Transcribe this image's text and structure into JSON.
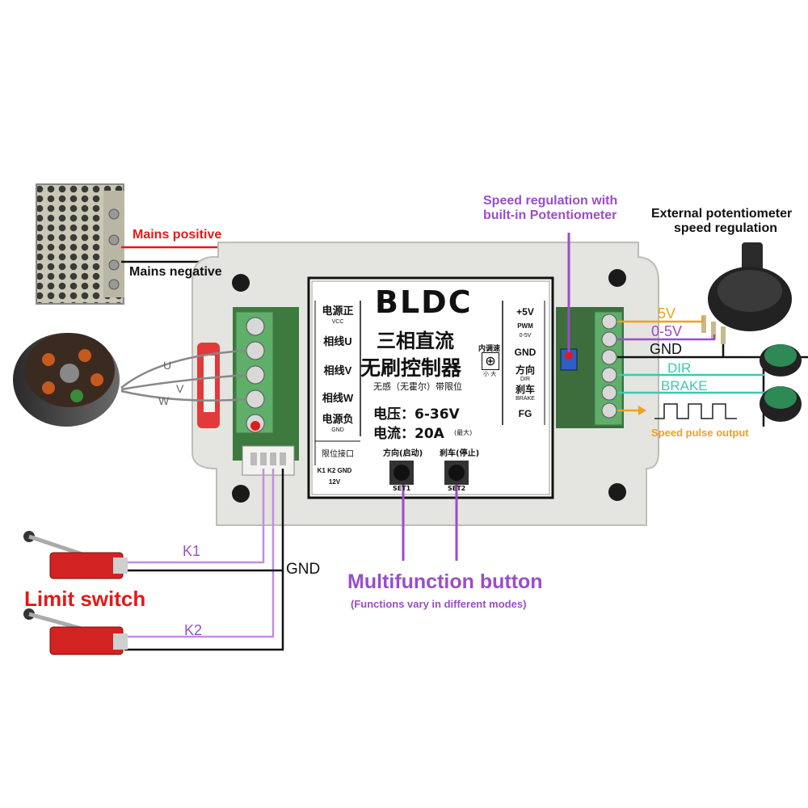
{
  "labels": {
    "mains_positive": "Mains positive",
    "mains_negative": "Mains negative",
    "motor_u": "U",
    "motor_v": "V",
    "motor_w": "W",
    "speed_builtin_line1": "Speed regulation with",
    "speed_builtin_line2": "built-in Potentiometer",
    "ext_pot_line1": "External potentiometer",
    "ext_pot_line2": "speed regulation",
    "pin_5v": "5V",
    "pin_0_5v": "0-5V",
    "pin_gnd": "GND",
    "pin_dir": "DIR",
    "pin_brake": "BRAKE",
    "speed_pulse": "Speed pulse output",
    "k1": "K1",
    "k2": "K2",
    "gnd_bottom": "GND",
    "limit_switch": "Limit switch",
    "multifunction": "Multifunction button",
    "multifunction_note": "(Functions vary in different modes)"
  },
  "board": {
    "title": "BLDC",
    "subtitle1": "三相直流",
    "subtitle2": "无刷控制器",
    "subtitle3": "无感（无霍尔）带限位",
    "voltage": "电压：6-36V",
    "current": "电流：20A",
    "current_note": "(最大)",
    "internal_speed": "内调速",
    "small_large": "小  大",
    "left_terminals": [
      {
        "main": "电源正",
        "sub": "VCC"
      },
      {
        "main": "相线U",
        "sub": ""
      },
      {
        "main": "相线V",
        "sub": ""
      },
      {
        "main": "相线W",
        "sub": ""
      },
      {
        "main": "电源负",
        "sub": "GND"
      }
    ],
    "limit_port": "限位接口",
    "limit_pins": "K1 K2 GND 12V",
    "right_terminals": [
      {
        "main": "+5V",
        "sub": ""
      },
      {
        "main": "PWM",
        "sub": "0-5V"
      },
      {
        "main": "GND",
        "sub": ""
      },
      {
        "main": "方向",
        "sub": "DIR"
      },
      {
        "main": "刹车",
        "sub": "BRAKE"
      },
      {
        "main": "FG",
        "sub": ""
      }
    ],
    "btn_dir": "方向(启动)",
    "btn_brake": "刹车(停止)",
    "set1": "SET1",
    "set2": "SET2"
  },
  "colors": {
    "red": "#e21a1a",
    "purple": "#9b4dc8",
    "cyan": "#3cc8b0",
    "orange": "#f0a020",
    "black": "#111111",
    "terminal_green": "#5fae6a",
    "enclosure": "#e4e4e0"
  }
}
